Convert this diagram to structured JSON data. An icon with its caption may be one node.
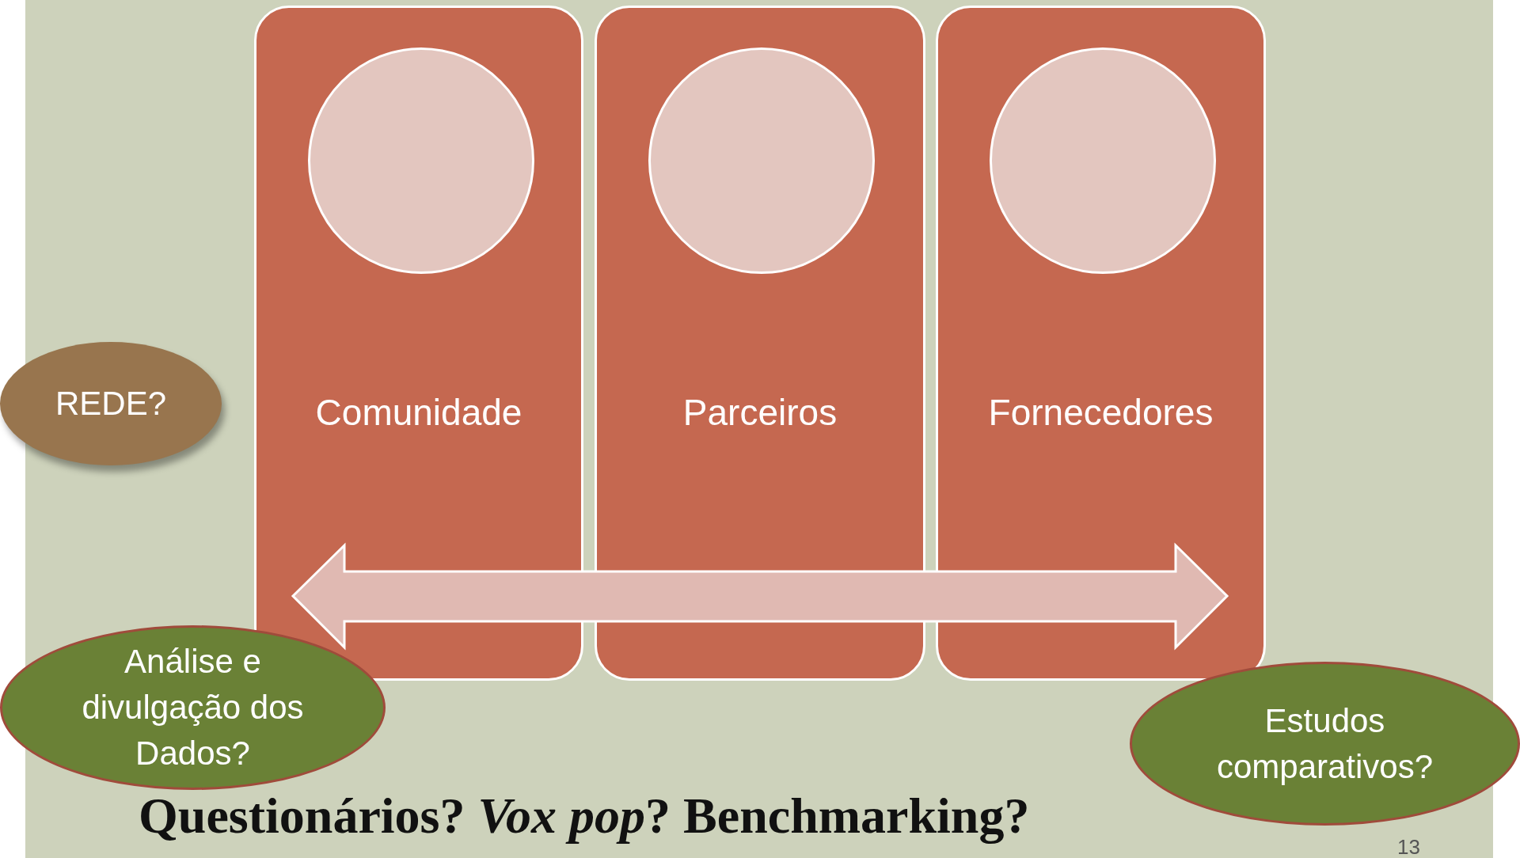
{
  "diagram": {
    "nodes": [
      {
        "text": [
          "REDE?"
        ]
      },
      {
        "text": [
          "Comunidade"
        ]
      },
      {
        "text": [],
        "shape": "circle",
        "in": 1
      },
      {
        "text": [
          "Parceiros"
        ]
      },
      {
        "text": [],
        "shape": "circle",
        "in": 3
      },
      {
        "text": [
          "Fornecedores"
        ]
      },
      {
        "text": [],
        "shape": "circle",
        "in": 5
      },
      {
        "text": [
          "Análise  e divulgação dos Dados?"
        ]
      },
      {
        "text": [
          "Estudos comparativos?"
        ]
      }
    ],
    "edges": [],
    "labels": [
      "Questionários? *Vox pop*? Benchmarking?",
      "13"
    ]
  }
}
